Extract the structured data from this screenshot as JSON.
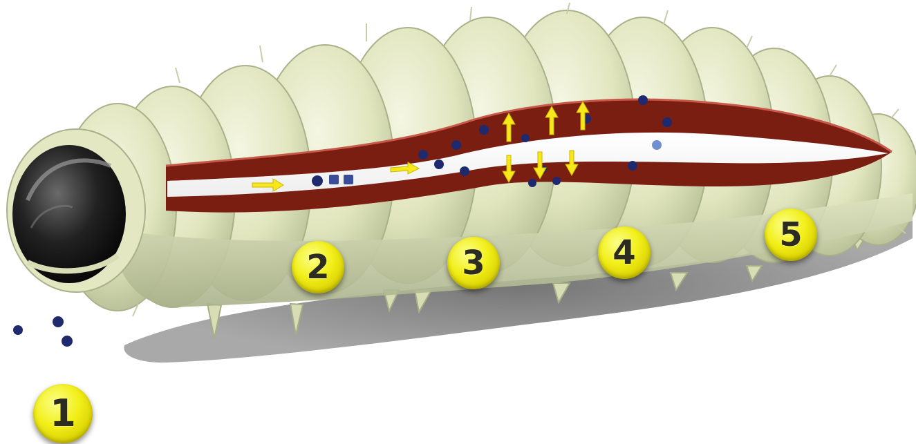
{
  "markers": [
    {
      "label": "1"
    },
    {
      "label": "2"
    },
    {
      "label": "3"
    },
    {
      "label": "4"
    },
    {
      "label": "5"
    }
  ],
  "colors": {
    "body": "#e4e8c4",
    "body_dark": "#b9c19a",
    "gut_wall": "#7a1e12",
    "gut_lumen": "#ffffff",
    "particle": "#1f2a6e",
    "arrow": "#f6e81a",
    "marker": "#f2ef1a",
    "head": "#1a1a1a",
    "shadow": "#6e6e6e"
  }
}
